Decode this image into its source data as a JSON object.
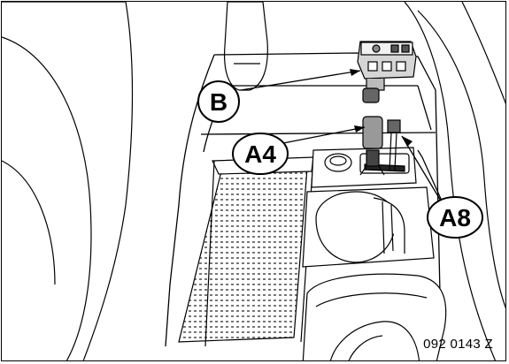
{
  "callouts": {
    "b": "B",
    "a4": "A4",
    "a8": "A8"
  },
  "figure_code": "092 0143 Z",
  "colors": {
    "line": "#000000",
    "background": "#ffffff",
    "hatch": "#555555"
  }
}
